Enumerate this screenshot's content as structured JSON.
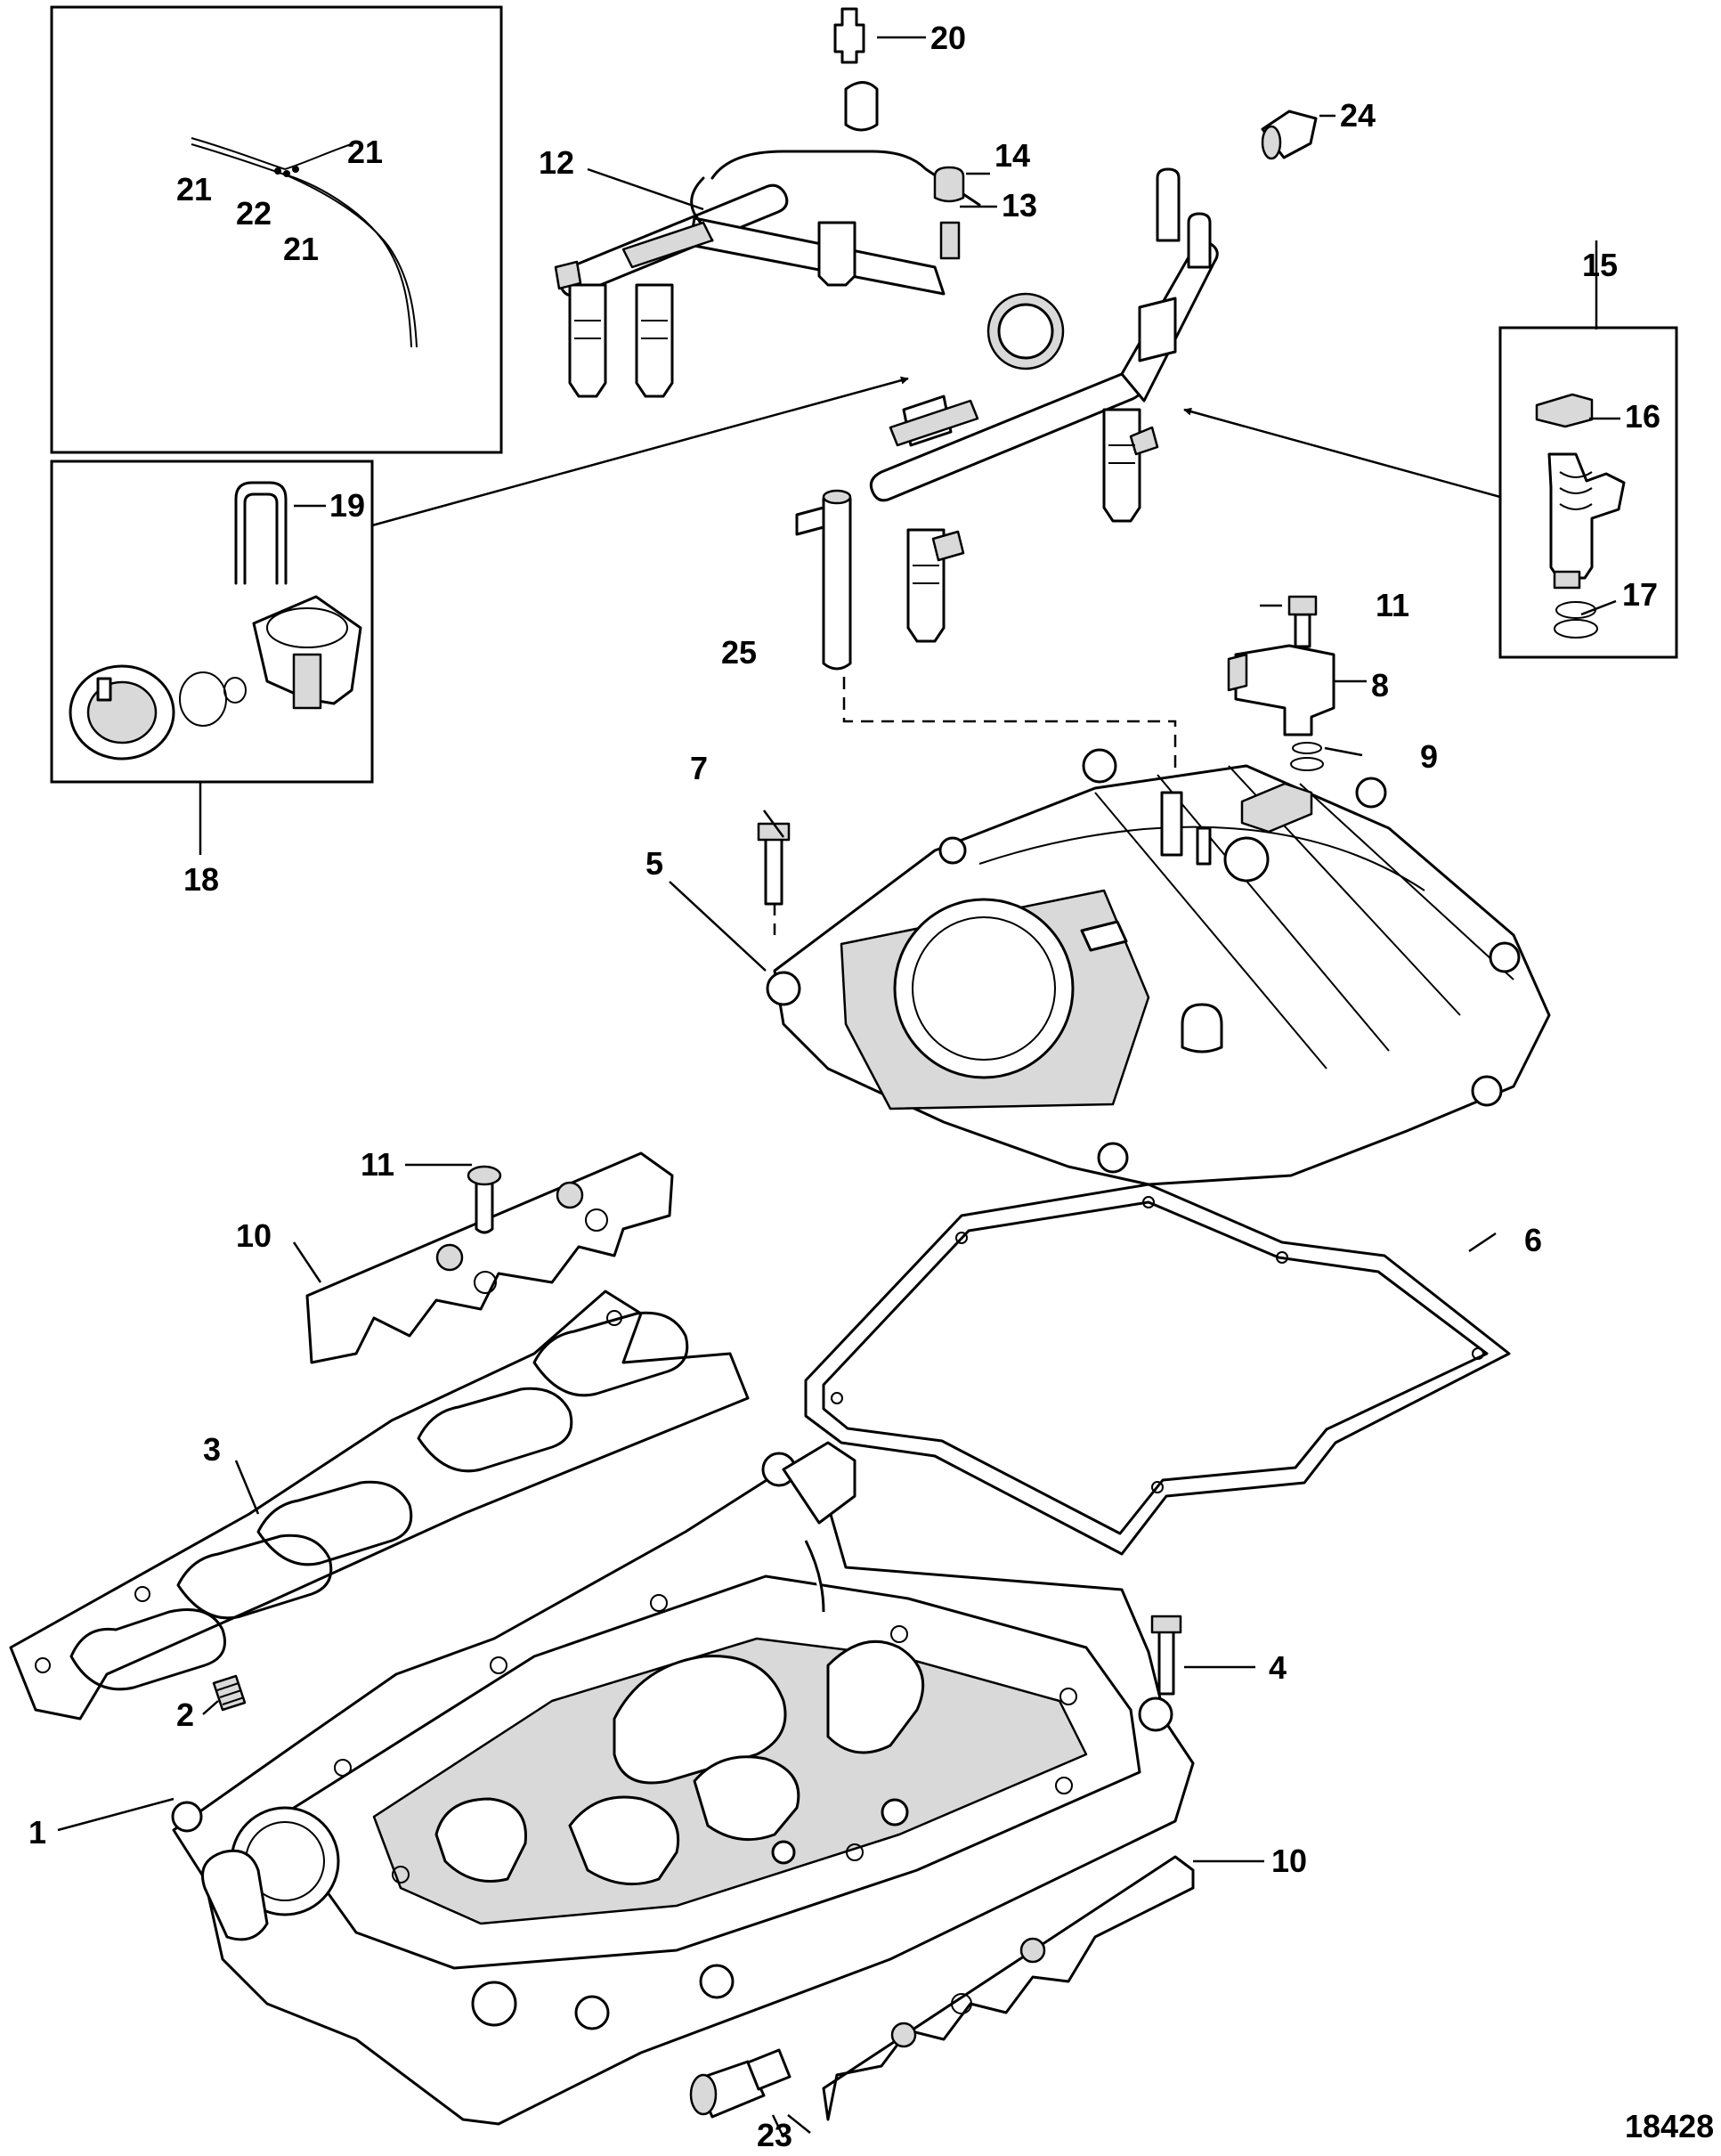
{
  "figure_number": "18428",
  "callouts": {
    "c1": "1",
    "c2": "2",
    "c3": "3",
    "c4": "4",
    "c5": "5",
    "c6": "6",
    "c7": "7",
    "c8": "8",
    "c9": "9",
    "c10a": "10",
    "c10b": "10",
    "c11a": "11",
    "c11b": "11",
    "c12": "12",
    "c13": "13",
    "c14": "14",
    "c15": "15",
    "c16": "16",
    "c17": "17",
    "c18": "18",
    "c19": "19",
    "c20": "20",
    "c21a": "21",
    "c21b": "21",
    "c21c": "21",
    "c22": "22",
    "c23": "23",
    "c24": "24",
    "c25": "25"
  }
}
